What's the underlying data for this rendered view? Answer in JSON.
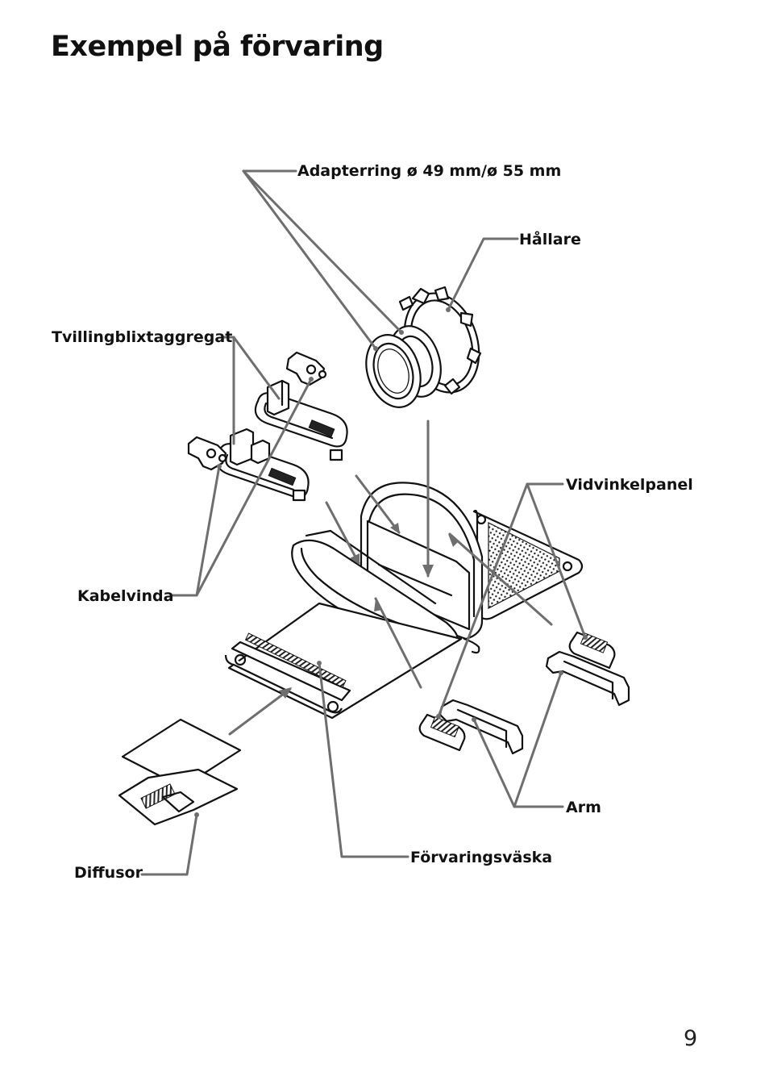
{
  "page": {
    "title": "Exempel på förvaring",
    "page_number": "9"
  },
  "labels": {
    "adapter_ring": "Adapterring ø 49 mm/ø 55 mm",
    "holder": "Hållare",
    "twin_flash": "Tvillingblixtaggregat",
    "wide_panel": "Vidvinkelpanel",
    "cable_reel": "Kabelvinda",
    "arm": "Arm",
    "storage_case": "Förvaringsväska",
    "diffuser": "Diffusor"
  }
}
